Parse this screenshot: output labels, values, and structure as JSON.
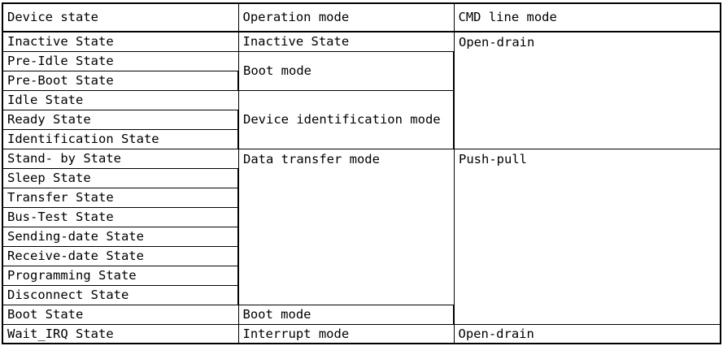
{
  "table": {
    "headers": [
      {
        "key": "device_state",
        "label": "Device state"
      },
      {
        "key": "operation_mode",
        "label": "Operation mode"
      },
      {
        "key": "cmd_line_mode",
        "label": "CMD line mode"
      }
    ],
    "rows": [
      {
        "device_state": "Inactive State"
      },
      {
        "device_state": "Pre-Idle State"
      },
      {
        "device_state": "Pre-Boot State"
      },
      {
        "device_state": "Idle State"
      },
      {
        "device_state": "Ready State"
      },
      {
        "device_state": "Identification State"
      },
      {
        "device_state": "Stand- by State"
      },
      {
        "device_state": "Sleep State"
      },
      {
        "device_state": "Transfer State"
      },
      {
        "device_state": "Bus-Test State"
      },
      {
        "device_state": "Sending-date State"
      },
      {
        "device_state": "Receive-date State"
      },
      {
        "device_state": "Programming State"
      },
      {
        "device_state": "Disconnect State"
      },
      {
        "device_state": "Boot State"
      },
      {
        "device_state": "Wait_IRQ State"
      }
    ],
    "operation_mode_cells": [
      {
        "label": "Inactive State",
        "rowspan": 1
      },
      {
        "label": "Boot mode",
        "rowspan": 2
      },
      {
        "label": "Device identification mode",
        "rowspan": 3
      },
      {
        "label": "Data transfer mode",
        "rowspan": 8
      },
      {
        "label": "Boot mode",
        "rowspan": 1
      },
      {
        "label": "Interrupt mode",
        "rowspan": 1
      }
    ],
    "cmd_line_mode_cells": [
      {
        "label": "Open-drain",
        "rowspan": 6
      },
      {
        "label": "Push-pull",
        "rowspan": 9
      },
      {
        "label": "Open-drain",
        "rowspan": 1
      }
    ],
    "colors": {
      "border": "#000000",
      "text": "#000000",
      "background": "#ffffff"
    }
  }
}
